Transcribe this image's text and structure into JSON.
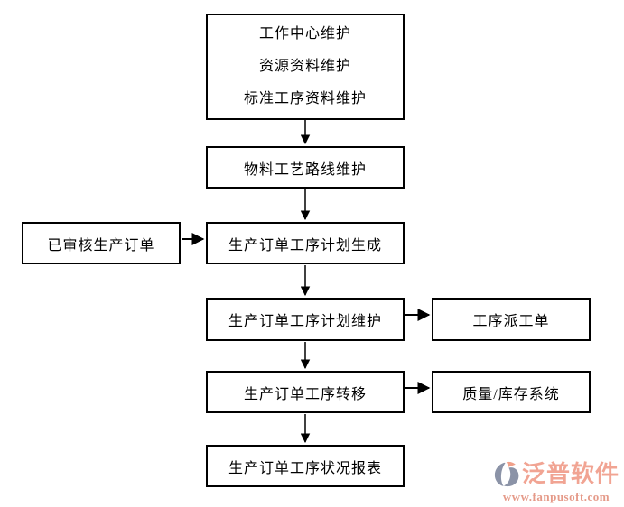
{
  "flowchart": {
    "top_box": {
      "lines": [
        "工作中心维护",
        "资源资料维护",
        "标准工序资料维护"
      ]
    },
    "routing": "物料工艺路线维护",
    "approved_order": "已审核生产订单",
    "plan_generation": "生产订单工序计划生成",
    "plan_maintenance": "生产订单工序计划维护",
    "dispatch_order": "工序派工单",
    "process_transfer": "生产订单工序转移",
    "quality_inventory": "质量/库存系统",
    "status_report": "生产订单工序状况报表"
  },
  "logo": {
    "brand": "泛普软件",
    "url": "www.fanpusoft.com",
    "brand_color": "#f1a493",
    "url_color": "#e59a89",
    "icon_color": "#8b93a7",
    "icon_accent_color": "#f0a08a"
  },
  "colors": {
    "background": "#ffffff",
    "box_border": "#000000",
    "box_text": "#000000",
    "arrow": "#000000"
  }
}
